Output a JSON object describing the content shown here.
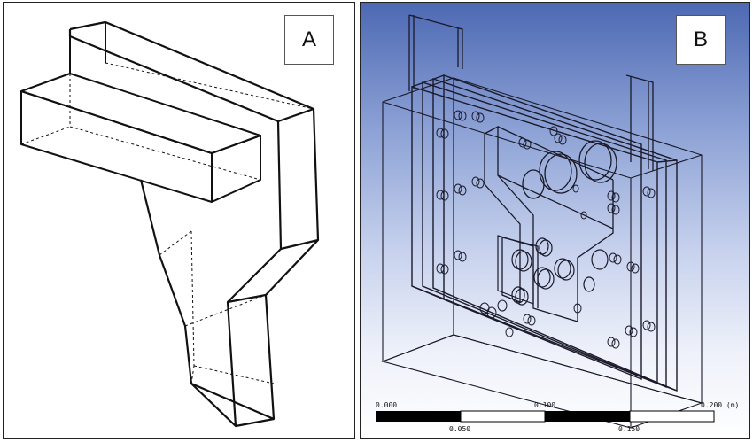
{
  "panels": {
    "a": {
      "label": "A"
    },
    "b": {
      "label": "B"
    }
  },
  "scalebar": {
    "top_ticks": [
      "0.000",
      "0.100",
      "0.200 (m)"
    ],
    "bottom_ticks": [
      "0.050",
      "0.150"
    ]
  }
}
